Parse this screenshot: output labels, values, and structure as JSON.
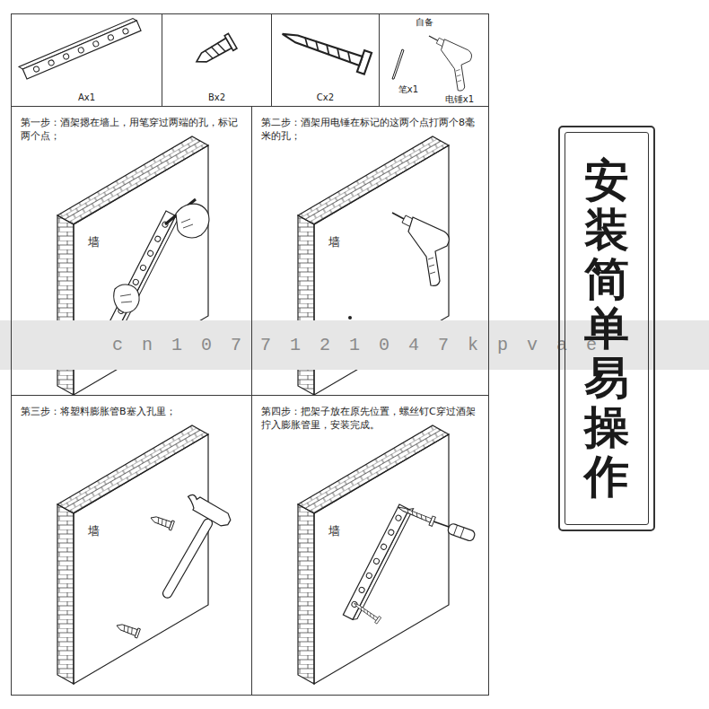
{
  "diagram": {
    "nodes": [
      {
        "text": [
          "Ax1"
        ]
      },
      {
        "text": [
          "Bx2"
        ]
      },
      {
        "text": [
          "Cx2"
        ]
      },
      {
        "text": [
          "自备",
          "笔x1",
          "电锤x1"
        ]
      },
      {
        "text": [
          "第一步：酒架摁在墙上，用笔穿过两端的孔，标记两个点；",
          "墙"
        ]
      },
      {
        "text": [
          "第二步：酒架用电锤在标记的这两个点打两个8毫米的孔；",
          "墙"
        ]
      },
      {
        "text": [
          "第三步：将塑料膨胀管B塞入孔里；",
          "墙"
        ]
      },
      {
        "text": [
          "第四步：把架子放在原先位置，螺丝钉C穿过酒架拧入膨胀管里，安装完成。",
          "墙"
        ]
      },
      {
        "text": [
          "安装简单易操作"
        ]
      }
    ],
    "labels": [
      "cn1077121047kpvae"
    ]
  }
}
